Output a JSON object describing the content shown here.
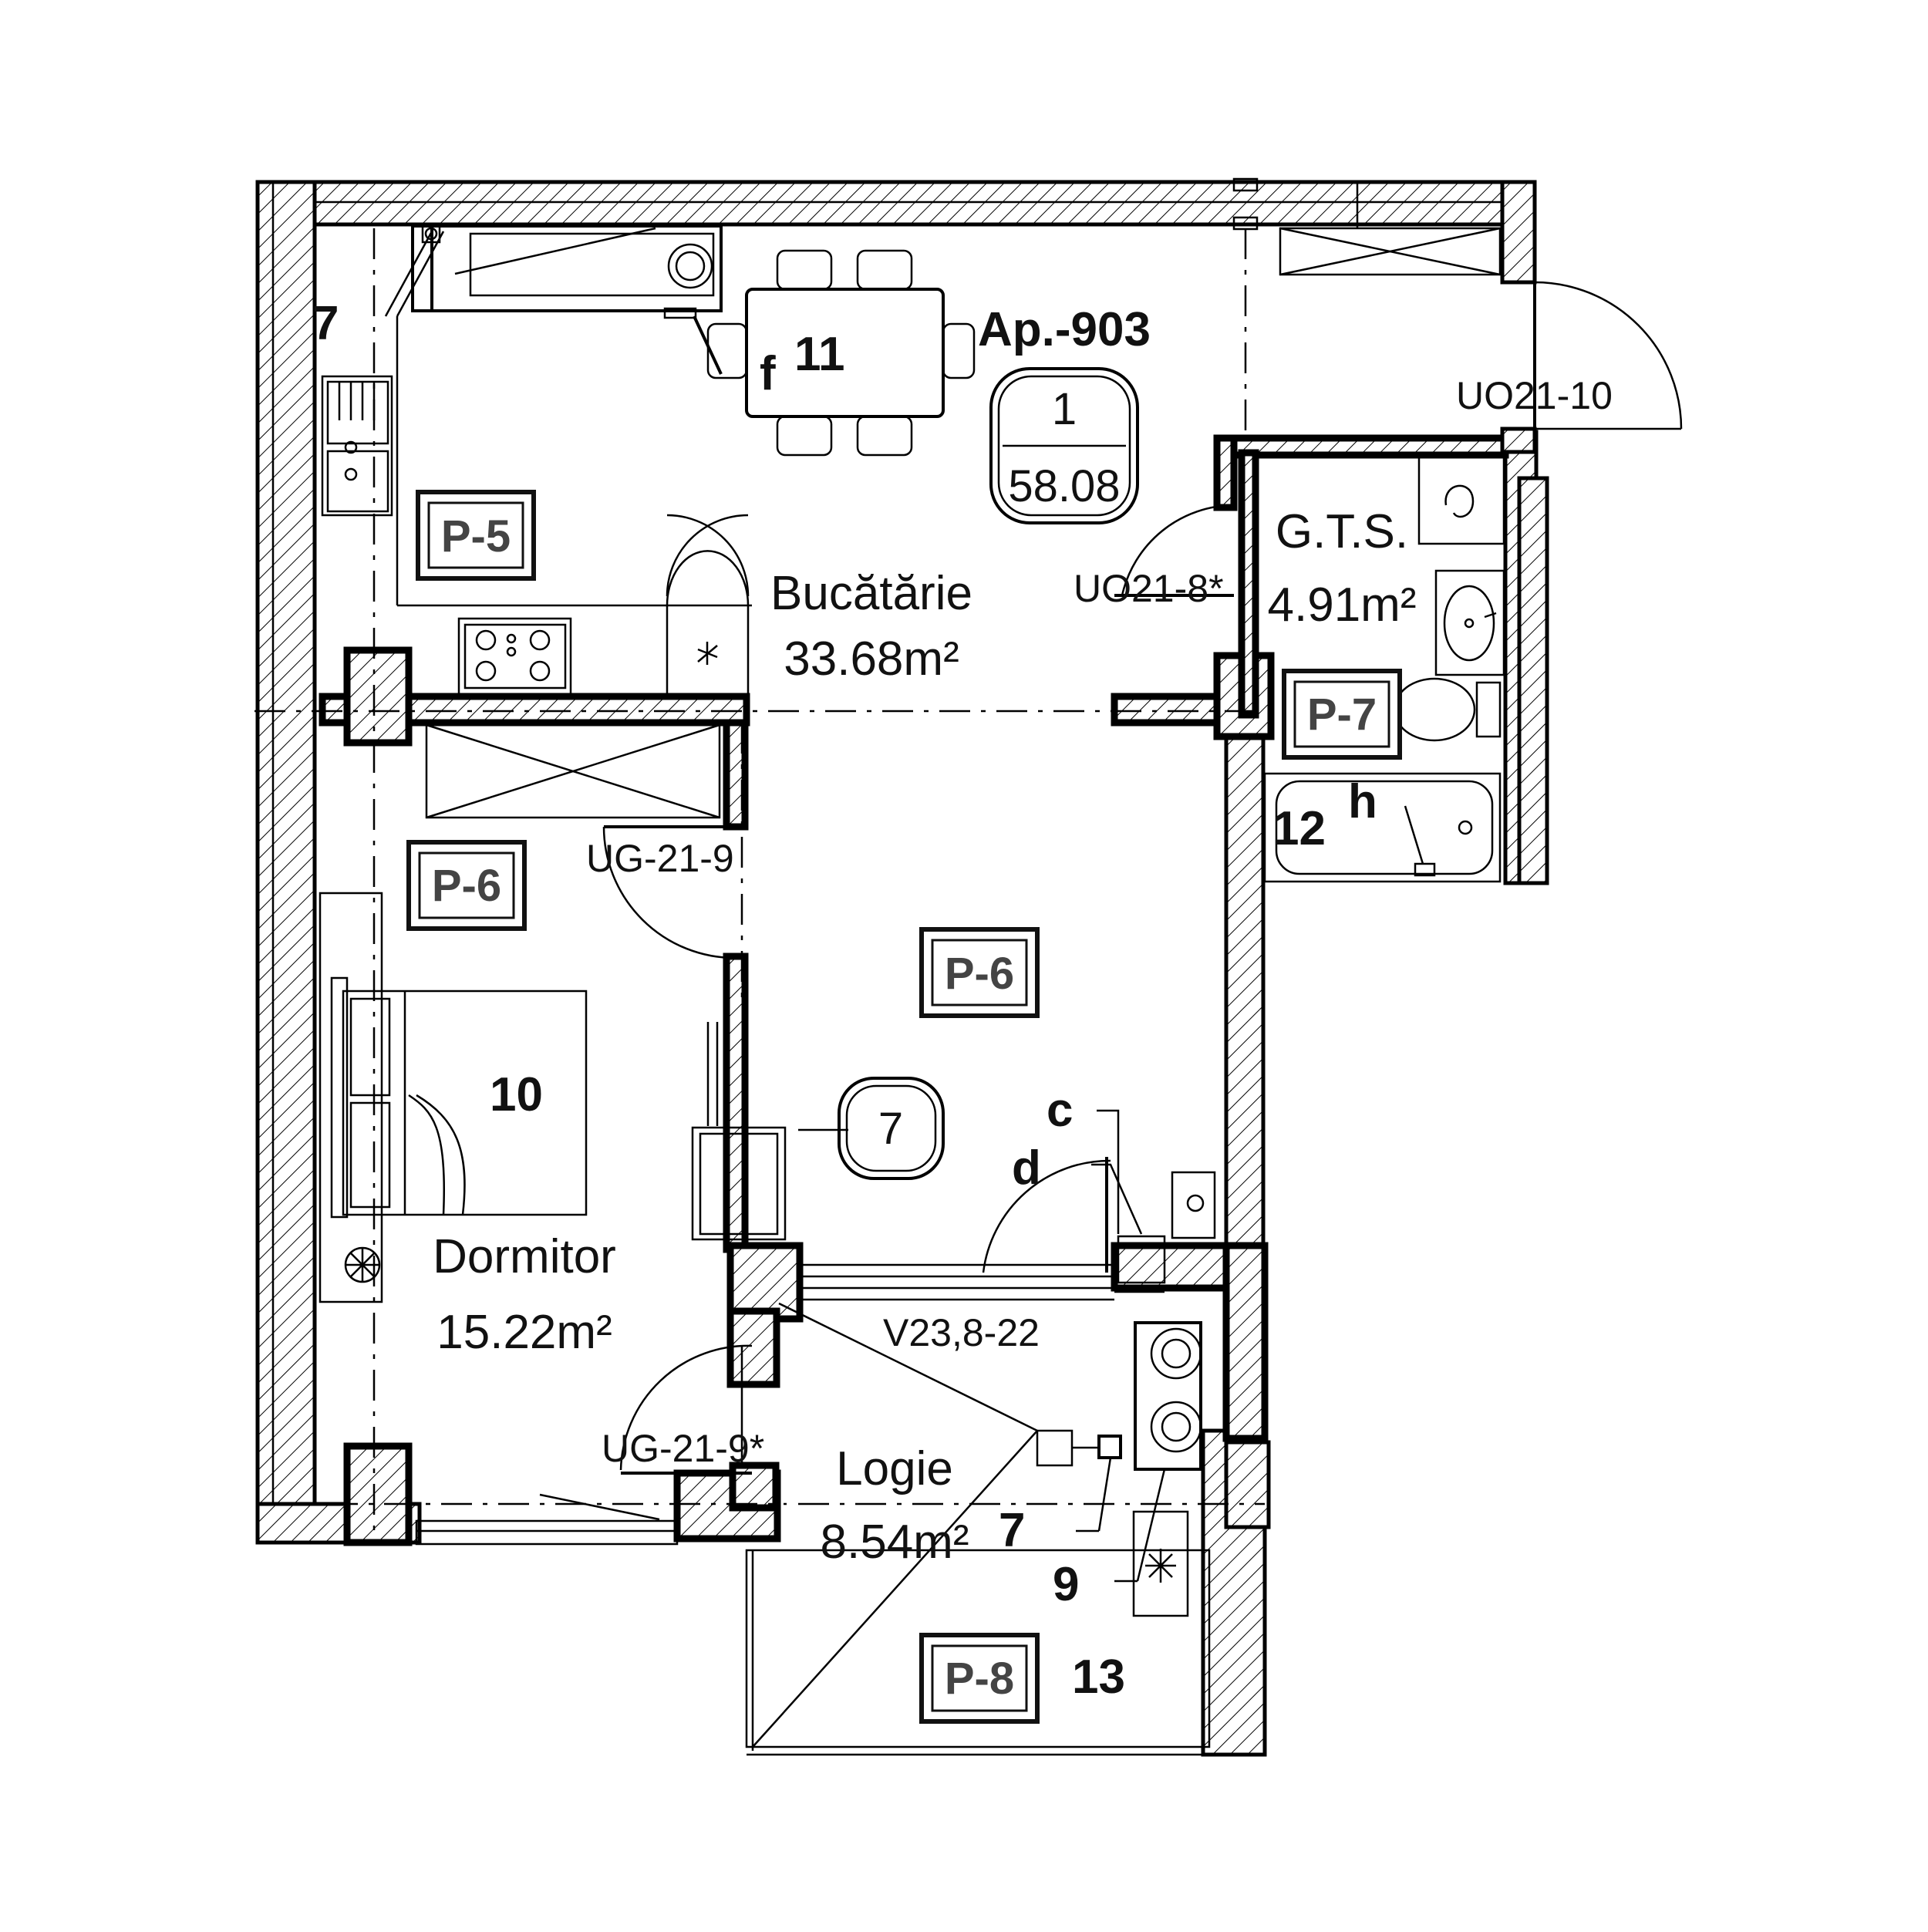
{
  "apartment": {
    "title": "Ap.-903",
    "room_count": "1",
    "total_area": "58.08"
  },
  "rooms": {
    "kitchen": {
      "name": "Bucătărie",
      "area": "33.68m²"
    },
    "bathroom": {
      "name": "G.T.S.",
      "area": "4.91m²"
    },
    "bedroom": {
      "name": "Dormitor",
      "area": "15.22m²"
    },
    "loggia": {
      "name": "Logie",
      "area": "8.54m²"
    }
  },
  "tags": {
    "p5": "P-5",
    "p6_bedroom": "P-6",
    "p6_hall": "P-6",
    "p7": "P-7",
    "p8": "P-8"
  },
  "doors": {
    "entrance": "UO21-10",
    "bathroom": "UO21-8*",
    "bedroom": "UG-21-9",
    "bedroom_loggia": "UG-21-9*",
    "window_loggia": "V23,8-22"
  },
  "markers": {
    "wall_left_7": "7",
    "dining_f": "f",
    "dining_11": "11",
    "bath_12": "12",
    "bath_h": "h",
    "bed_10": "10",
    "circle_7": "7",
    "pipe_c": "c",
    "pipe_d": "d",
    "loggia_7": "7",
    "loggia_9": "9",
    "loggia_13": "13"
  }
}
